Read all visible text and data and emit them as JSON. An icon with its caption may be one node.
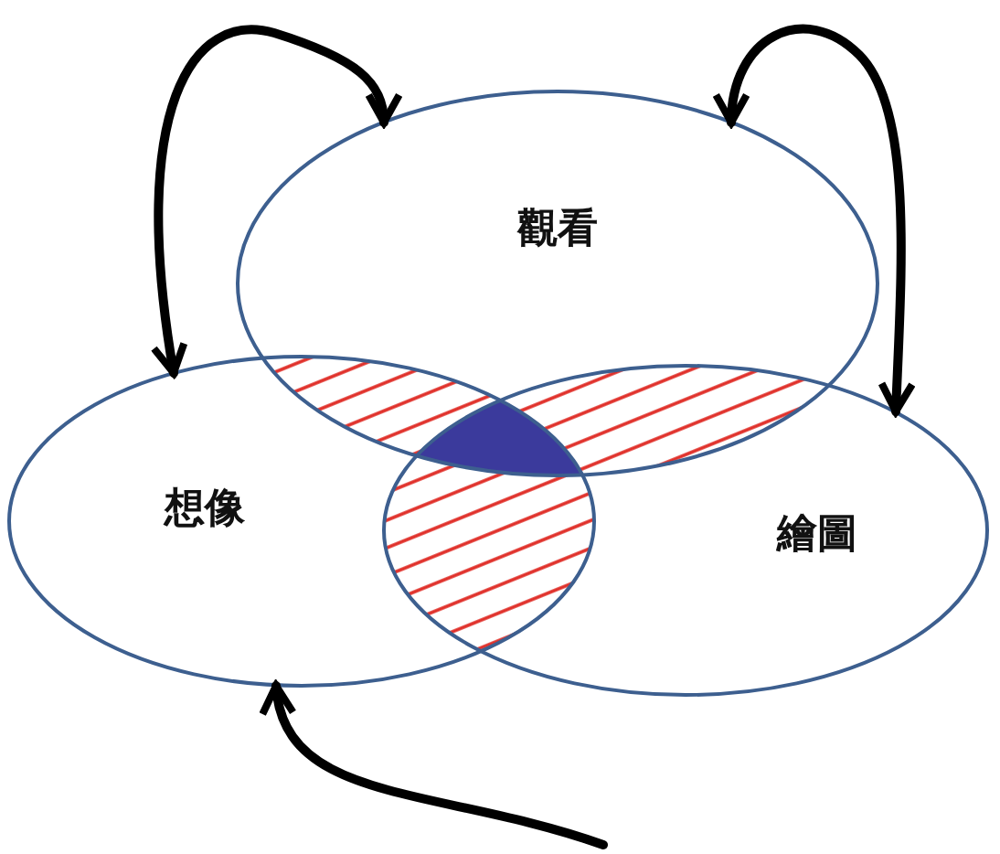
{
  "diagram": {
    "nodes": [
      {
        "text": [
          "觀看"
        ]
      },
      {
        "text": [
          "想像"
        ]
      },
      {
        "text": [
          "繪圖"
        ]
      }
    ],
    "edges": [
      {
        "from": 1,
        "to": 0,
        "arrow": "both"
      },
      {
        "from": 0,
        "to": 2,
        "arrow": "both"
      },
      {
        "from": null,
        "to": 1,
        "arrow": "to"
      }
    ]
  }
}
